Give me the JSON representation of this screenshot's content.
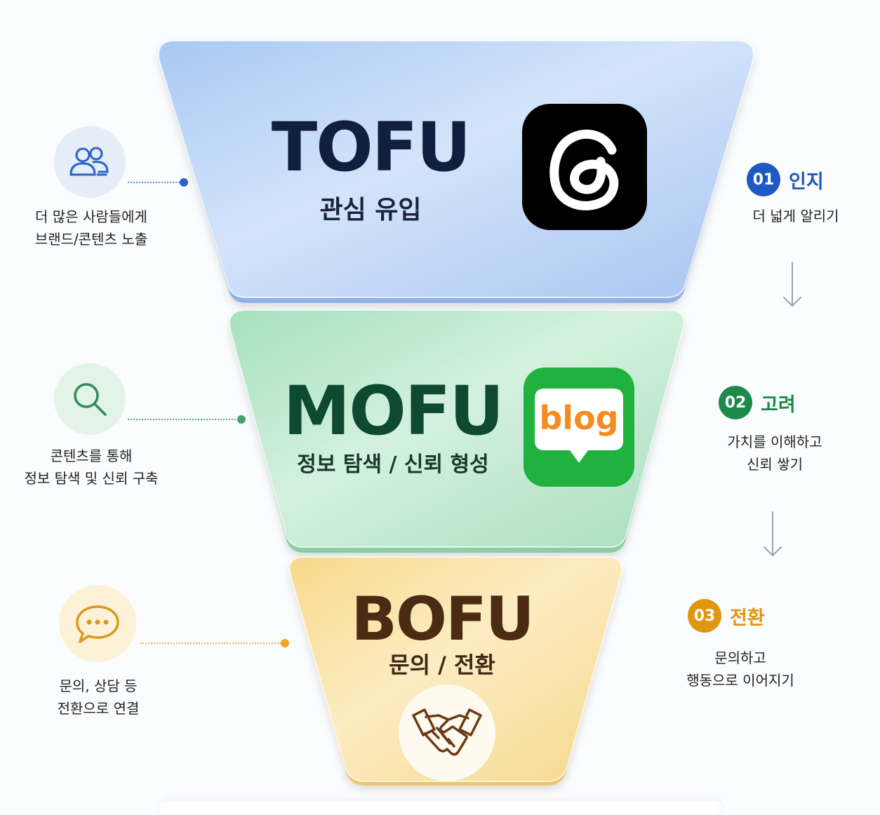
{
  "stages": {
    "tofu": {
      "title": "TOFU",
      "subtitle": "관심 유입",
      "icon": "threads-icon",
      "color": "#0f1f3d"
    },
    "mofu": {
      "title": "MOFU",
      "subtitle": "정보 탐색 / 신뢰 형성",
      "icon": "blog-icon",
      "icon_text": "blog",
      "color": "#0e4a30"
    },
    "bofu": {
      "title": "BOFU",
      "subtitle": "문의 / 전환",
      "icon": "handshake-icon",
      "color": "#4b2c12"
    }
  },
  "left_notes": [
    {
      "icon": "users-icon",
      "line1": "더 많은 사람들에게",
      "line2": "브랜드/콘텐츠 노출"
    },
    {
      "icon": "search-icon",
      "line1": "콘텐츠를 통해",
      "line2": "정보 탐색 및 신뢰 구축"
    },
    {
      "icon": "chat-bubble-icon",
      "line1": "문의, 상담 등",
      "line2": "전환으로 연결"
    }
  ],
  "steps": [
    {
      "number": "01",
      "label": "인지",
      "line1": "더 넓게 알리기",
      "line2": "",
      "color": "#1f57c3"
    },
    {
      "number": "02",
      "label": "고려",
      "line1": "가치를 이해하고",
      "line2": "신뢰 쌓기",
      "color": "#1c8a4a"
    },
    {
      "number": "03",
      "label": "전환",
      "line1": "문의하고",
      "line2": "행동으로 이어지기",
      "color": "#e0960e"
    }
  ]
}
